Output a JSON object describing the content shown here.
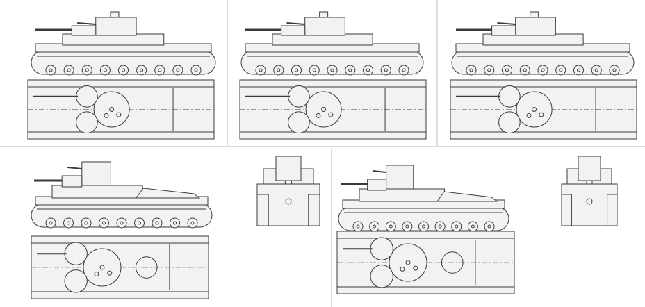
{
  "colors": {
    "background": "#ffffff",
    "line": "#3a3a3a",
    "fill": "#f2f2f2",
    "divider": "#b8b8b8"
  },
  "panels": [
    {
      "id": "variant-1",
      "turrets": 3
    },
    {
      "id": "variant-2",
      "turrets": 3
    },
    {
      "id": "variant-3",
      "turrets": 3
    },
    {
      "id": "variant-4",
      "turrets": 3,
      "front_view": true
    },
    {
      "id": "variant-5",
      "turrets": 3,
      "front_view": true
    }
  ]
}
